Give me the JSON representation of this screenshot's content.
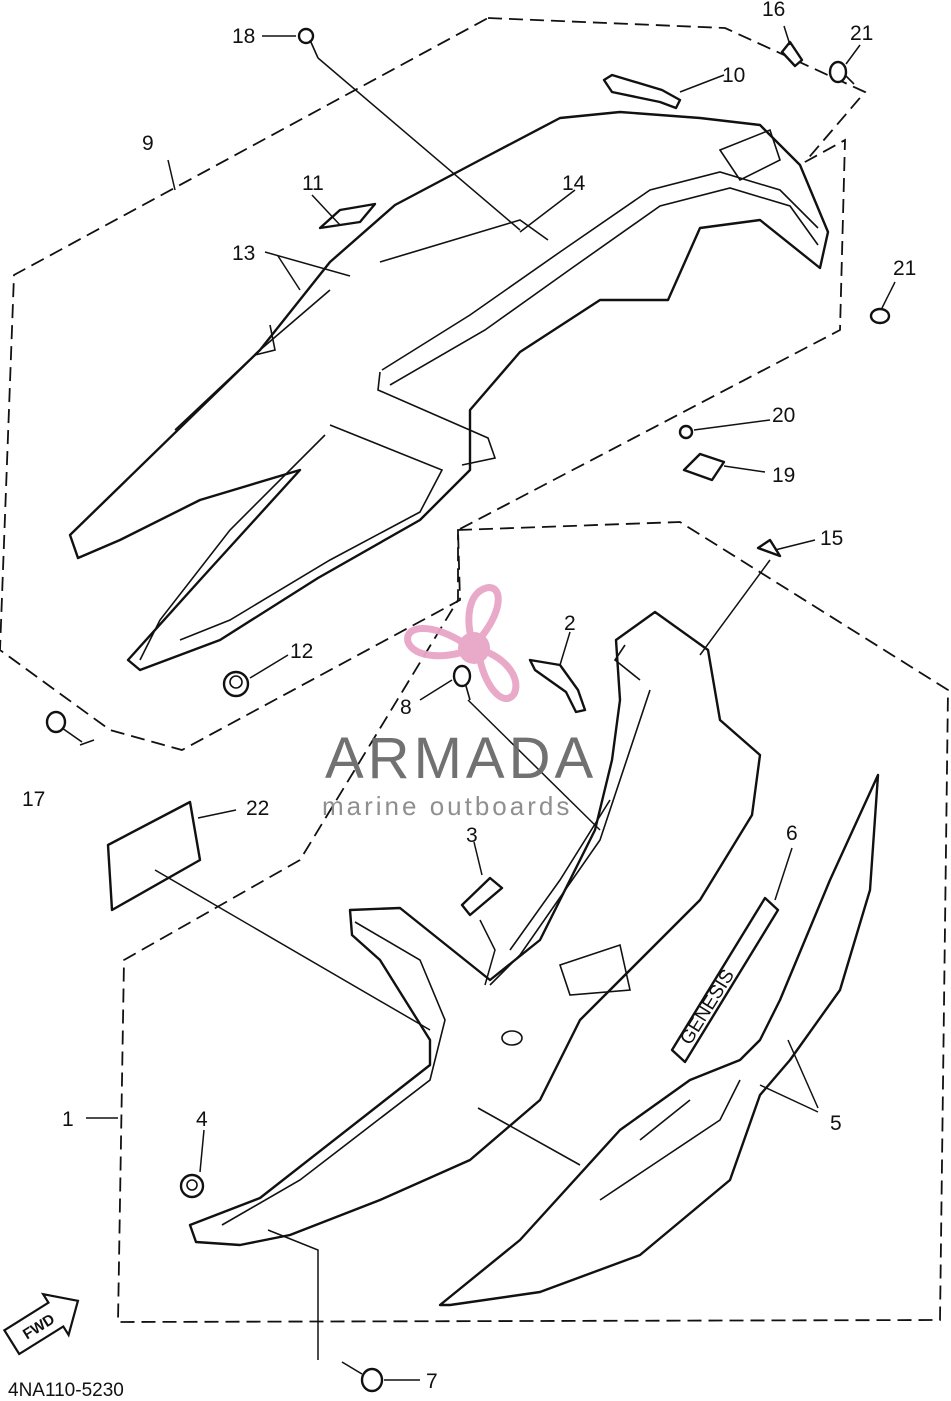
{
  "callouts": [
    {
      "id": "c1",
      "text": "1"
    },
    {
      "id": "c2",
      "text": "2"
    },
    {
      "id": "c3",
      "text": "3"
    },
    {
      "id": "c4",
      "text": "4"
    },
    {
      "id": "c5",
      "text": "5"
    },
    {
      "id": "c6",
      "text": "6"
    },
    {
      "id": "c7",
      "text": "7"
    },
    {
      "id": "c8",
      "text": "8"
    },
    {
      "id": "c9",
      "text": "9"
    },
    {
      "id": "c10",
      "text": "10"
    },
    {
      "id": "c11",
      "text": "11"
    },
    {
      "id": "c12",
      "text": "12"
    },
    {
      "id": "c13",
      "text": "13"
    },
    {
      "id": "c14",
      "text": "14"
    },
    {
      "id": "c15",
      "text": "15"
    },
    {
      "id": "c16",
      "text": "16"
    },
    {
      "id": "c17",
      "text": "17"
    },
    {
      "id": "c18",
      "text": "18"
    },
    {
      "id": "c19",
      "text": "19"
    },
    {
      "id": "c20",
      "text": "20"
    },
    {
      "id": "c21a",
      "text": "21"
    },
    {
      "id": "c21b",
      "text": "21"
    },
    {
      "id": "c22",
      "text": "22"
    }
  ],
  "diagram_code": "4NA110-5230",
  "forward_arrow": {
    "text": "FWD",
    "icon": "forward-arrow-icon"
  },
  "emblem_text": "GENESIS",
  "watermark": {
    "title": "ARMADA",
    "subtitle": "marine outboards",
    "icon": "propeller-logo-icon",
    "color": "#e8a6c8"
  }
}
